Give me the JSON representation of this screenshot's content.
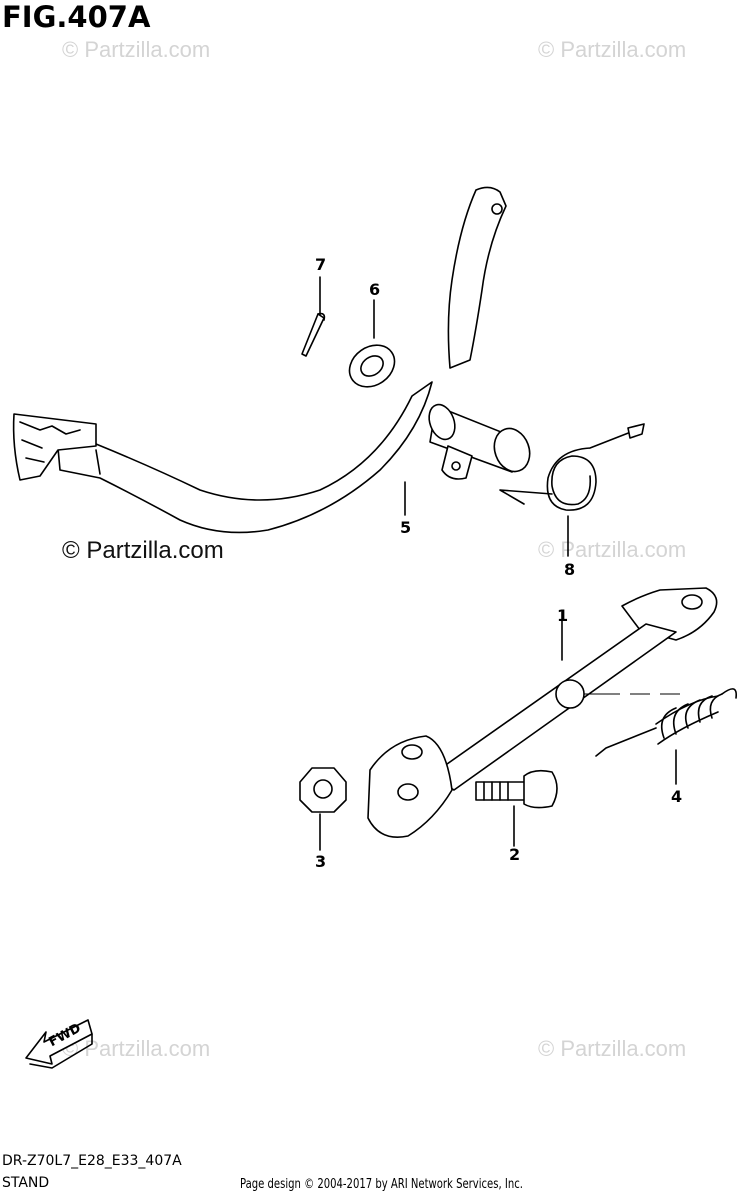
{
  "figure": {
    "title": "FIG.407A",
    "diagram_code": "DR-Z70L7_E28_E33_407A",
    "section_name": "STAND"
  },
  "watermarks": {
    "text": "© Partzilla.com",
    "dark_text": "© Partzilla.com"
  },
  "fwd_label": "FWD",
  "callouts": [
    {
      "number": "1",
      "part": "stand"
    },
    {
      "number": "2",
      "part": "bolt"
    },
    {
      "number": "3",
      "part": "nut"
    },
    {
      "number": "4",
      "part": "spring"
    },
    {
      "number": "5",
      "part": "brake pedal"
    },
    {
      "number": "6",
      "part": "washer"
    },
    {
      "number": "7",
      "part": "cotter pin"
    },
    {
      "number": "8",
      "part": "torsion spring"
    }
  ],
  "footer": {
    "credit": "Page design © 2004-2017 by ARI Network Services, Inc."
  }
}
